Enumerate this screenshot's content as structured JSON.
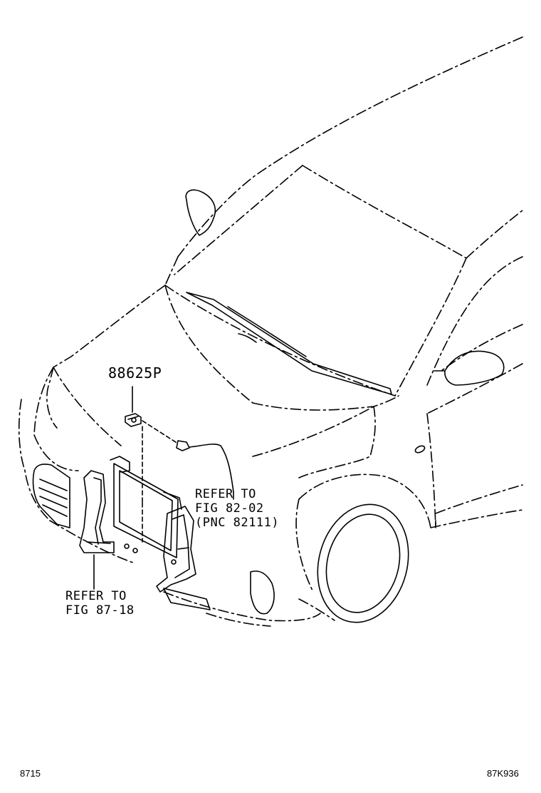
{
  "callouts": {
    "part_number": "88625P",
    "refer_fig_82": {
      "line1": "REFER TO",
      "line2": "FIG 82-02",
      "line3": "(PNC 82111)"
    },
    "refer_fig_87": {
      "line1": "REFER TO",
      "line2": "FIG 87-18"
    }
  },
  "footer": {
    "left_code": "8715",
    "right_code": "87K936"
  },
  "colors": {
    "line": "#000000",
    "background": "#ffffff"
  }
}
